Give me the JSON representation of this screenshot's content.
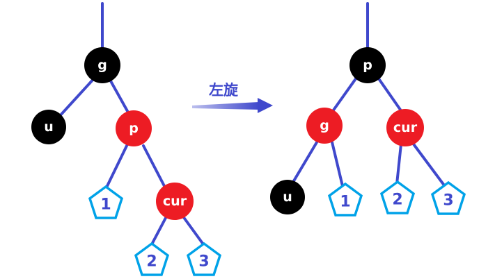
{
  "colors": {
    "edge": "#3f48cc",
    "black_node": "#000000",
    "red_node": "#ed1c24",
    "subtree_outline": "#00a2e8",
    "label_text": "#3f48cc",
    "node_text": "#ffffff"
  },
  "operation": {
    "label": "左旋",
    "arrow": "right-arrow"
  },
  "before": {
    "nodes": [
      {
        "id": "g",
        "label": "g",
        "color": "black"
      },
      {
        "id": "u",
        "label": "u",
        "color": "black"
      },
      {
        "id": "p",
        "label": "p",
        "color": "red"
      },
      {
        "id": "cur",
        "label": "cur",
        "color": "red"
      }
    ],
    "subtrees": [
      {
        "id": "s1",
        "label": "1"
      },
      {
        "id": "s2",
        "label": "2"
      },
      {
        "id": "s3",
        "label": "3"
      }
    ]
  },
  "after": {
    "nodes": [
      {
        "id": "p",
        "label": "p",
        "color": "black"
      },
      {
        "id": "g",
        "label": "g",
        "color": "red"
      },
      {
        "id": "cur",
        "label": "cur",
        "color": "red"
      },
      {
        "id": "u",
        "label": "u",
        "color": "black"
      }
    ],
    "subtrees": [
      {
        "id": "s1",
        "label": "1"
      },
      {
        "id": "s2",
        "label": "2"
      },
      {
        "id": "s3",
        "label": "3"
      }
    ]
  }
}
